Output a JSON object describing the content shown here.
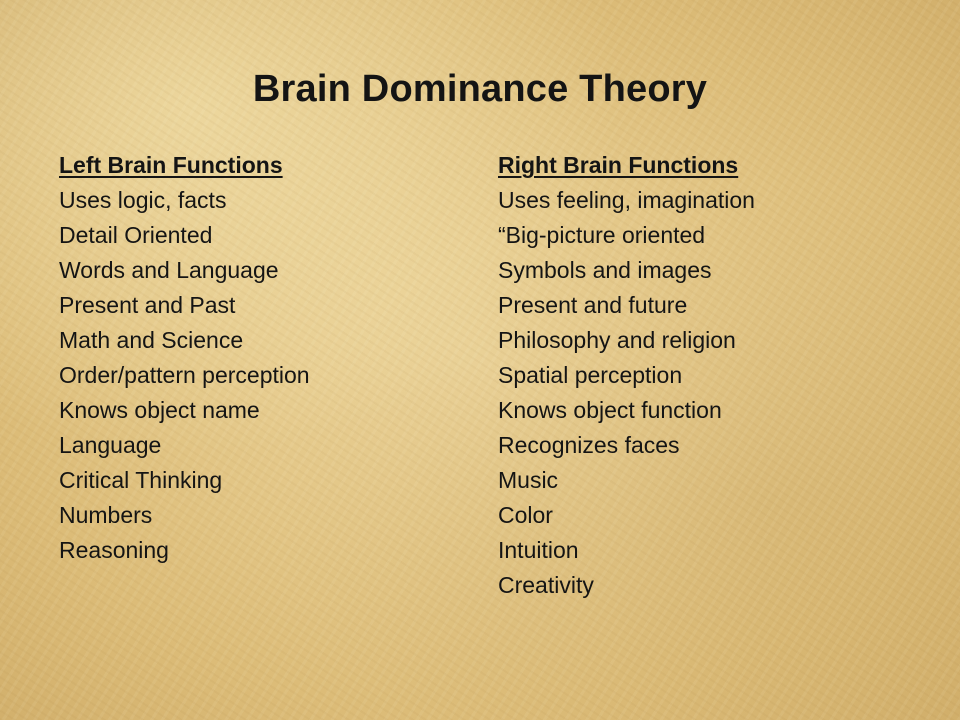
{
  "slide": {
    "title": "Brain Dominance Theory",
    "left": {
      "heading": "Left Brain Functions",
      "items": [
        "Uses logic, facts",
        "Detail Oriented",
        "Words and Language",
        "Present and Past",
        "Math and Science",
        "Order/pattern perception",
        "Knows object name",
        "Language",
        "Critical Thinking",
        "Numbers",
        "Reasoning"
      ]
    },
    "right": {
      "heading": "Right Brain Functions",
      "items": [
        "Uses feeling, imagination",
        "“Big-picture oriented",
        "Symbols and images",
        "Present and future",
        "Philosophy and religion",
        "Spatial perception",
        "Knows object function",
        "Recognizes faces",
        "Music",
        "Color",
        "Intuition",
        "Creativity"
      ]
    }
  }
}
